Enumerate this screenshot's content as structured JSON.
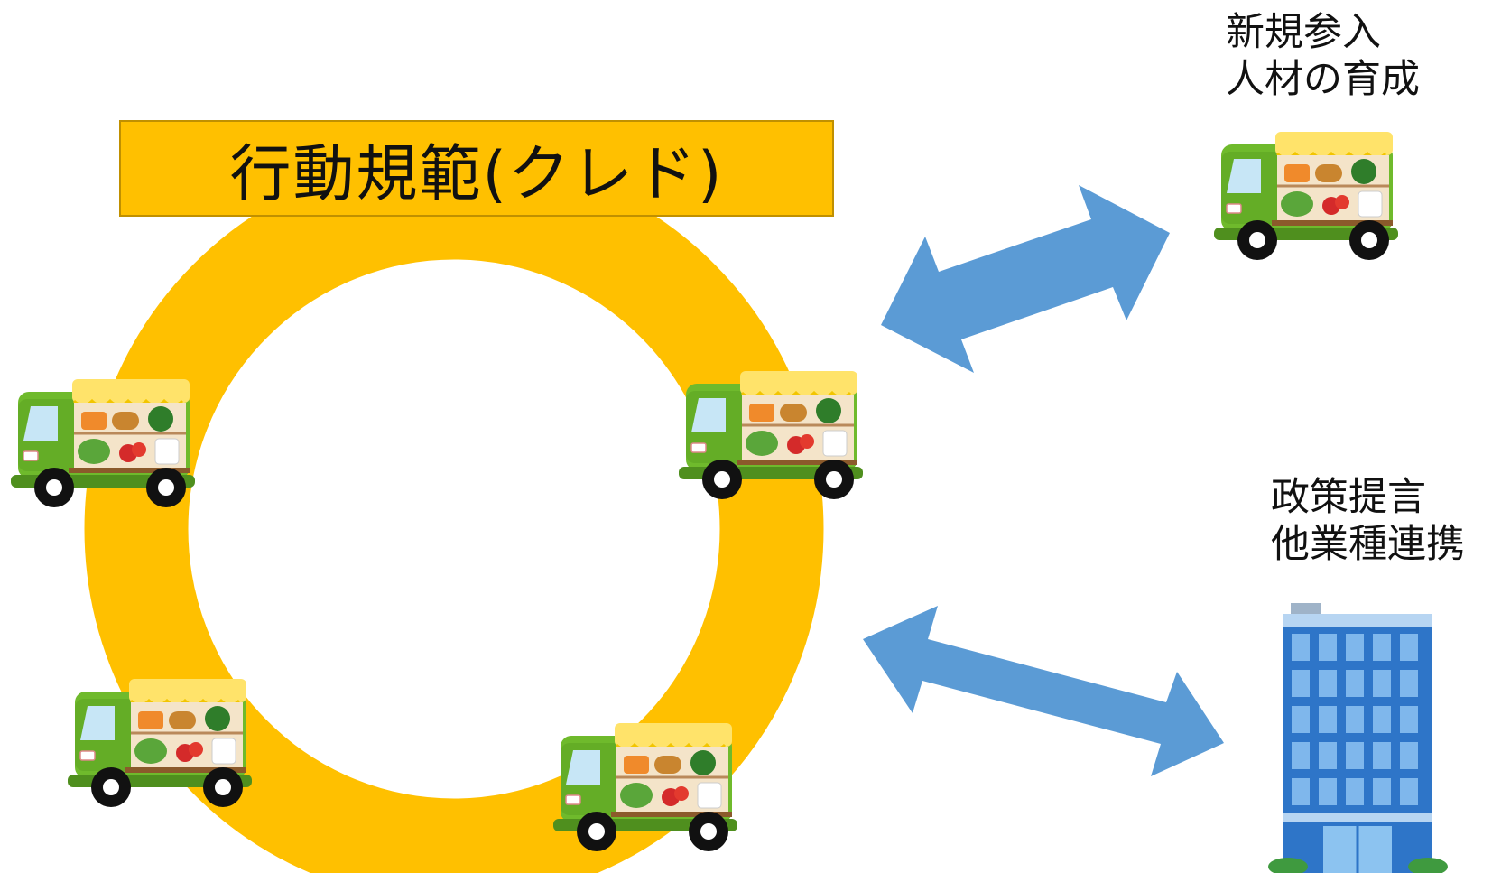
{
  "title": "行動規範(クレド)",
  "top_right_label": {
    "line1": "新規参入",
    "line2": "人材の育成"
  },
  "bottom_right_label": {
    "line1": "政策提言",
    "line2": "他業種連携"
  },
  "icons": {
    "trucks": [
      "vegetable-truck-icon",
      "vegetable-truck-icon",
      "vegetable-truck-icon",
      "vegetable-truck-icon",
      "vegetable-truck-icon"
    ],
    "building": "office-building-icon",
    "arrows": [
      "double-arrow-icon",
      "double-arrow-icon"
    ]
  },
  "colors": {
    "ring": "#ffc000",
    "title_bg": "#ffc000",
    "arrow": "#5b9bd5",
    "truck_body": "#6fba2c",
    "building": "#2e75c8"
  }
}
